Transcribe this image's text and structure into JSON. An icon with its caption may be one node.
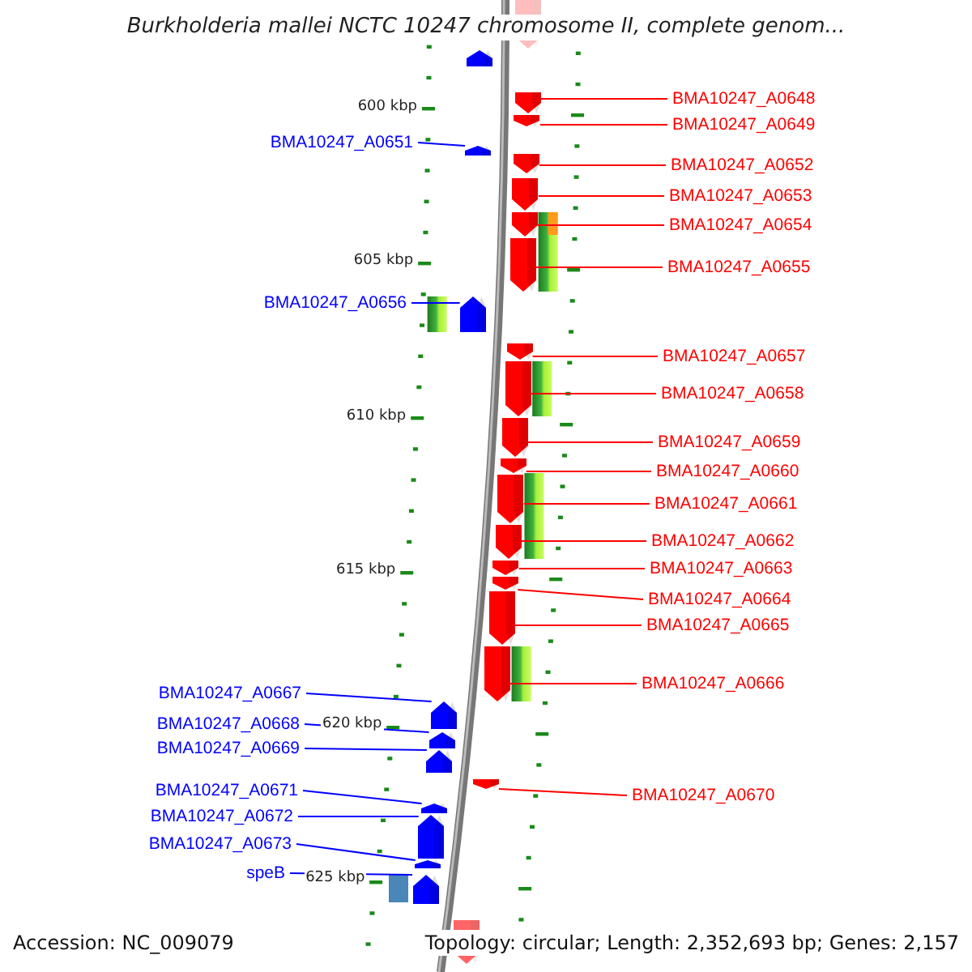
{
  "diagram": {
    "title": "Burkholderia mallei NCTC 10247 chromosome II, complete genom...",
    "nodes": [
      {
        "text": [],
        "shape": "pentagon"
      },
      {
        "text": [],
        "shape": "pentagon"
      },
      {
        "text": [
          "BMA10247_A0648"
        ]
      },
      {
        "text": [],
        "shape": "pentagon"
      },
      {
        "text": [
          "BMA10247_A0649"
        ]
      },
      {
        "text": [],
        "shape": "pentagon"
      },
      {
        "text": [
          "BMA10247_A0651"
        ]
      },
      {
        "text": [],
        "shape": "pentagon"
      },
      {
        "text": [
          "BMA10247_A0652"
        ]
      },
      {
        "text": [],
        "shape": "pentagon"
      },
      {
        "text": [
          "BMA10247_A0653"
        ]
      },
      {
        "text": [],
        "shape": "pentagon"
      },
      {
        "text": [
          "BMA10247_A0654"
        ]
      },
      {
        "text": [],
        "shape": "pentagon"
      },
      {
        "text": [
          "BMA10247_A0655"
        ]
      },
      {
        "text": [],
        "shape": "pentagon"
      },
      {
        "text": [
          "BMA10247_A0656"
        ]
      },
      {
        "text": [],
        "shape": "pentagon"
      },
      {
        "text": [
          "BMA10247_A0657"
        ]
      },
      {
        "text": [],
        "shape": "pentagon"
      },
      {
        "text": [
          "BMA10247_A0658"
        ]
      },
      {
        "text": [],
        "shape": "pentagon"
      },
      {
        "text": [
          "BMA10247_A0659"
        ]
      },
      {
        "text": [],
        "shape": "pentagon"
      },
      {
        "text": [
          "BMA10247_A0660"
        ]
      },
      {
        "text": [],
        "shape": "pentagon"
      },
      {
        "text": [
          "BMA10247_A0661"
        ]
      },
      {
        "text": [],
        "shape": "pentagon"
      },
      {
        "text": [
          "BMA10247_A0662"
        ]
      },
      {
        "text": [],
        "shape": "pentagon"
      },
      {
        "text": [
          "BMA10247_A0663"
        ]
      },
      {
        "text": [],
        "shape": "pentagon"
      },
      {
        "text": [
          "BMA10247_A0664"
        ]
      },
      {
        "text": [],
        "shape": "pentagon"
      },
      {
        "text": [
          "BMA10247_A0665"
        ]
      },
      {
        "text": [],
        "shape": "pentagon"
      },
      {
        "text": [
          "BMA10247_A0666"
        ]
      },
      {
        "text": [],
        "shape": "pentagon"
      },
      {
        "text": [
          "BMA10247_A0667"
        ]
      },
      {
        "text": [],
        "shape": "pentagon"
      },
      {
        "text": [
          "BMA10247_A0668"
        ]
      },
      {
        "text": [],
        "shape": "pentagon"
      },
      {
        "text": [
          "BMA10247_A0669"
        ]
      },
      {
        "text": [],
        "shape": "pentagon"
      },
      {
        "text": [
          "BMA10247_A0670"
        ]
      },
      {
        "text": [],
        "shape": "pentagon"
      },
      {
        "text": [
          "BMA10247_A0671"
        ]
      },
      {
        "text": [],
        "shape": "pentagon"
      },
      {
        "text": [
          "BMA10247_A0672"
        ]
      },
      {
        "text": [],
        "shape": "pentagon"
      },
      {
        "text": [
          "BMA10247_A0673"
        ]
      },
      {
        "text": [],
        "shape": "pentagon"
      },
      {
        "text": [
          "speB"
        ]
      },
      {
        "text": [],
        "shape": "pentagon"
      },
      {
        "text": [],
        "shape": "pentagon"
      }
    ],
    "edges": [
      {
        "from": 2,
        "to": 3,
        "arrow": "none"
      },
      {
        "from": 4,
        "to": 5,
        "arrow": "none"
      },
      {
        "from": 6,
        "to": 7,
        "arrow": "none",
        "color": "#0000ff"
      },
      {
        "from": 8,
        "to": 9,
        "arrow": "none"
      },
      {
        "from": 10,
        "to": 11,
        "arrow": "none"
      },
      {
        "from": 12,
        "to": 13,
        "arrow": "none"
      },
      {
        "from": 14,
        "to": 15,
        "arrow": "none"
      },
      {
        "from": 16,
        "to": 17,
        "arrow": "none",
        "color": "#0000ff"
      },
      {
        "from": 18,
        "to": 19,
        "arrow": "none"
      },
      {
        "from": 20,
        "to": 21,
        "arrow": "none"
      },
      {
        "from": 22,
        "to": 23,
        "arrow": "none"
      },
      {
        "from": 24,
        "to": 25,
        "arrow": "none"
      },
      {
        "from": 26,
        "to": 27,
        "arrow": "none"
      },
      {
        "from": 28,
        "to": 29,
        "arrow": "none"
      },
      {
        "from": 30,
        "to": 31,
        "arrow": "none"
      },
      {
        "from": 32,
        "to": 33,
        "arrow": "none"
      },
      {
        "from": 34,
        "to": 35,
        "arrow": "none"
      },
      {
        "from": 36,
        "to": 37,
        "arrow": "none"
      },
      {
        "from": 38,
        "to": 39,
        "arrow": "none",
        "color": "#0000ff"
      },
      {
        "from": 40,
        "to": 41,
        "arrow": "none",
        "color": "#0000ff"
      },
      {
        "from": 42,
        "to": 43,
        "arrow": "none",
        "color": "#0000ff"
      },
      {
        "from": 44,
        "to": 45,
        "arrow": "none"
      },
      {
        "from": 46,
        "to": 47,
        "arrow": "none",
        "color": "#0000ff"
      },
      {
        "from": 48,
        "to": 49,
        "arrow": "none",
        "color": "#0000ff"
      },
      {
        "from": 50,
        "to": 51,
        "arrow": "none",
        "color": "#0000ff"
      },
      {
        "from": 52,
        "to": 53,
        "arrow": "none",
        "color": "#0000ff"
      }
    ],
    "labels": [
      "600 kbp",
      "605 kbp",
      "610 kbp",
      "615 kbp",
      "620 kbp",
      "625 kbp",
      "Accession: NC_009079",
      "Topology: circular; Length: 2,352,693 bp; Genes: 2,157"
    ]
  }
}
